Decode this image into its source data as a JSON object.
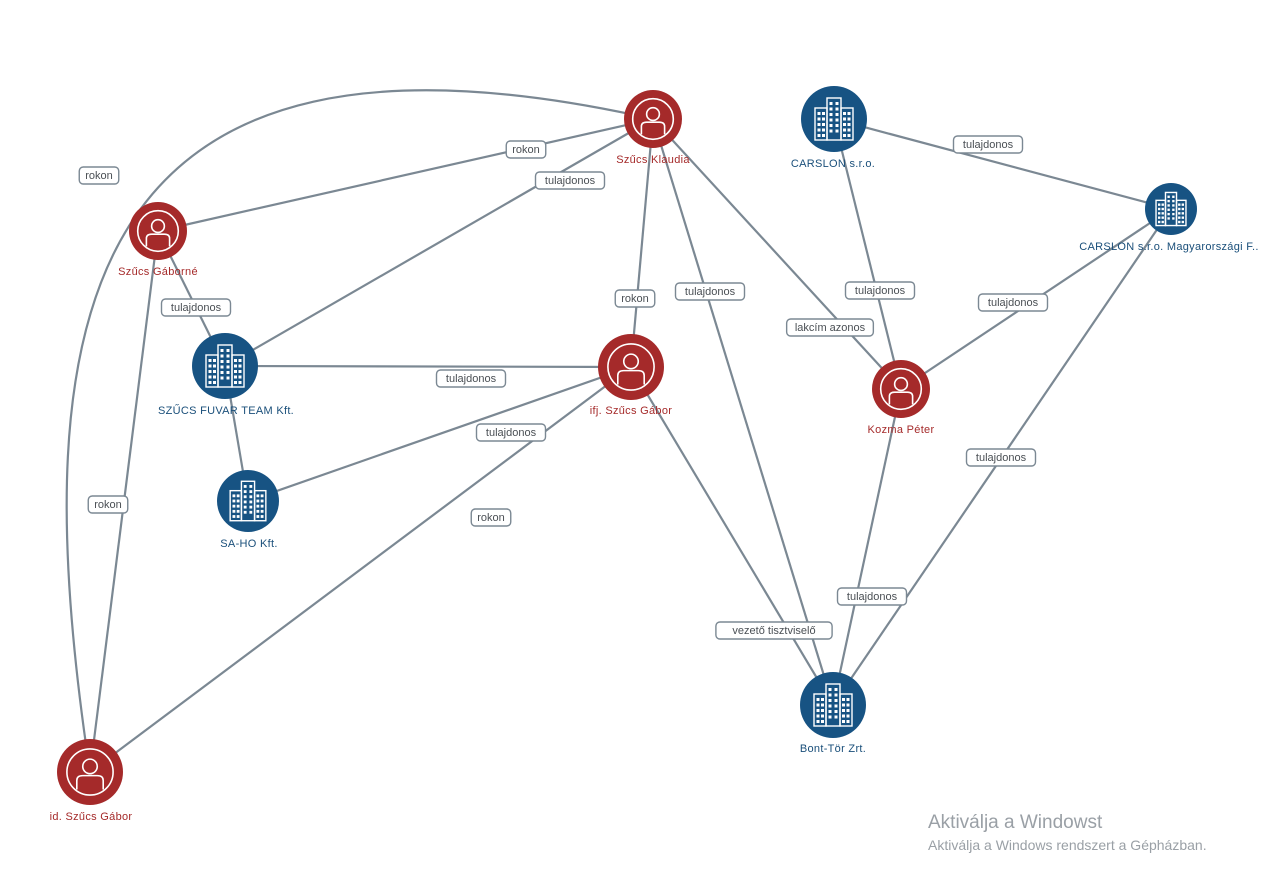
{
  "colors": {
    "person": "#a52a2a",
    "company": "#175383",
    "edge": "#7b8893",
    "person_label": "#a52a2a",
    "company_label": "#1a4f7a"
  },
  "nodes": [
    {
      "id": "szucs-klaudia",
      "type": "person",
      "label": "Szűcs Klaudia",
      "icon": "person-icon"
    },
    {
      "id": "szucs-gaborne",
      "type": "person",
      "label": "Szűcs Gáborné",
      "icon": "person-icon"
    },
    {
      "id": "ifj-szucs-gabor",
      "type": "person",
      "label": "ifj. Szűcs Gábor",
      "icon": "person-icon"
    },
    {
      "id": "kozma-peter",
      "type": "person",
      "label": "Kozma Péter",
      "icon": "person-icon"
    },
    {
      "id": "id-szucs-gabor",
      "type": "person",
      "label": "id. Szűcs Gábor",
      "icon": "person-icon"
    },
    {
      "id": "szucs-fuvar-team",
      "type": "company",
      "label": "SZŰCS FUVAR TEAM Kft.",
      "icon": "building-icon"
    },
    {
      "id": "sa-ho",
      "type": "company",
      "label": "SA-HO Kft.",
      "icon": "building-icon"
    },
    {
      "id": "carslon-sro",
      "type": "company",
      "label": "CARSLON s.r.o.",
      "icon": "building-icon"
    },
    {
      "id": "carslon-mf",
      "type": "company",
      "label": "CARSLON s.r.o. Magyarországi F..",
      "icon": "building-icon"
    },
    {
      "id": "bont-tor",
      "type": "company",
      "label": "Bont-Tör Zrt.",
      "icon": "building-icon"
    }
  ],
  "edges": [
    {
      "from": "id-szucs-gabor",
      "to": "szucs-klaudia",
      "label": "rokon"
    },
    {
      "from": "szucs-gaborne",
      "to": "szucs-klaudia",
      "label": "rokon"
    },
    {
      "from": "szucs-fuvar-team",
      "to": "szucs-klaudia",
      "label": "tulajdonos"
    },
    {
      "from": "szucs-klaudia",
      "to": "ifj-szucs-gabor",
      "label": "rokon"
    },
    {
      "from": "szucs-klaudia",
      "to": "bont-tor",
      "label": "tulajdonos"
    },
    {
      "from": "szucs-klaudia",
      "to": "kozma-peter",
      "label": "lakcím azonos"
    },
    {
      "from": "szucs-gaborne",
      "to": "szucs-fuvar-team",
      "label": "tulajdonos"
    },
    {
      "from": "szucs-gaborne",
      "to": "id-szucs-gabor",
      "label": "rokon"
    },
    {
      "from": "szucs-fuvar-team",
      "to": "ifj-szucs-gabor",
      "label": "tulajdonos"
    },
    {
      "from": "szucs-fuvar-team",
      "to": "sa-ho",
      "label": ""
    },
    {
      "from": "sa-ho",
      "to": "ifj-szucs-gabor",
      "label": "tulajdonos"
    },
    {
      "from": "id-szucs-gabor",
      "to": "ifj-szucs-gabor",
      "label": "rokon"
    },
    {
      "from": "ifj-szucs-gabor",
      "to": "bont-tor",
      "label": "vezető tisztviselő"
    },
    {
      "from": "carslon-sro",
      "to": "carslon-mf",
      "label": "tulajdonos"
    },
    {
      "from": "carslon-sro",
      "to": "kozma-peter",
      "label": "tulajdonos"
    },
    {
      "from": "carslon-mf",
      "to": "kozma-peter",
      "label": "tulajdonos"
    },
    {
      "from": "carslon-mf",
      "to": "bont-tor",
      "label": "tulajdonos"
    },
    {
      "from": "kozma-peter",
      "to": "bont-tor",
      "label": "tulajdonos"
    }
  ],
  "watermark": {
    "title": "Aktiválja a Windowst",
    "subtitle": "Aktiválja a Windows rendszert a Gépházban."
  }
}
